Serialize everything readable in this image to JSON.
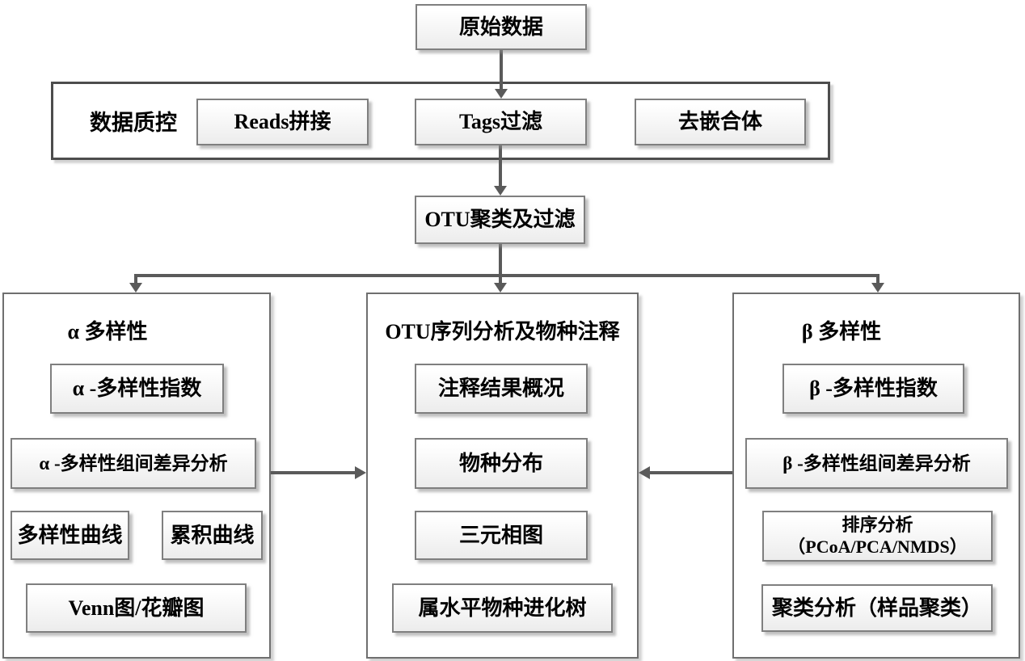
{
  "colors": {
    "arrow": "#5a5a5a",
    "node_border": "#7f7f7f",
    "panel_border": "#6f6f6f",
    "qc_border": "#4d4d4d",
    "text": "#000000",
    "background": "#ffffff"
  },
  "flowchart": {
    "root": {
      "label": "原始数据"
    },
    "qc": {
      "label": "数据质控",
      "steps": [
        {
          "label": "Reads拼接"
        },
        {
          "label": "Tags过滤"
        },
        {
          "label": "去嵌合体"
        }
      ]
    },
    "otu": {
      "label": "OTU聚类及过滤"
    },
    "alpha": {
      "title": "α 多样性",
      "items": [
        {
          "label": "α -多样性指数"
        },
        {
          "label": "α -多样性组间差异分析"
        },
        {
          "label": "多样性曲线"
        },
        {
          "label": "累积曲线"
        },
        {
          "label": "Venn图/花瓣图"
        }
      ]
    },
    "center": {
      "title": "OTU序列分析及物种注释",
      "items": [
        {
          "label": "注释结果概况"
        },
        {
          "label": "物种分布"
        },
        {
          "label": "三元相图"
        },
        {
          "label": "属水平物种进化树"
        }
      ]
    },
    "beta": {
      "title": "β 多样性",
      "items": [
        {
          "label": "β -多样性指数"
        },
        {
          "label": "β -多样性组间差异分析"
        },
        {
          "label": "排序分析\n（PCoA/PCA/NMDS）"
        },
        {
          "label": "聚类分析（样品聚类）"
        }
      ]
    }
  }
}
